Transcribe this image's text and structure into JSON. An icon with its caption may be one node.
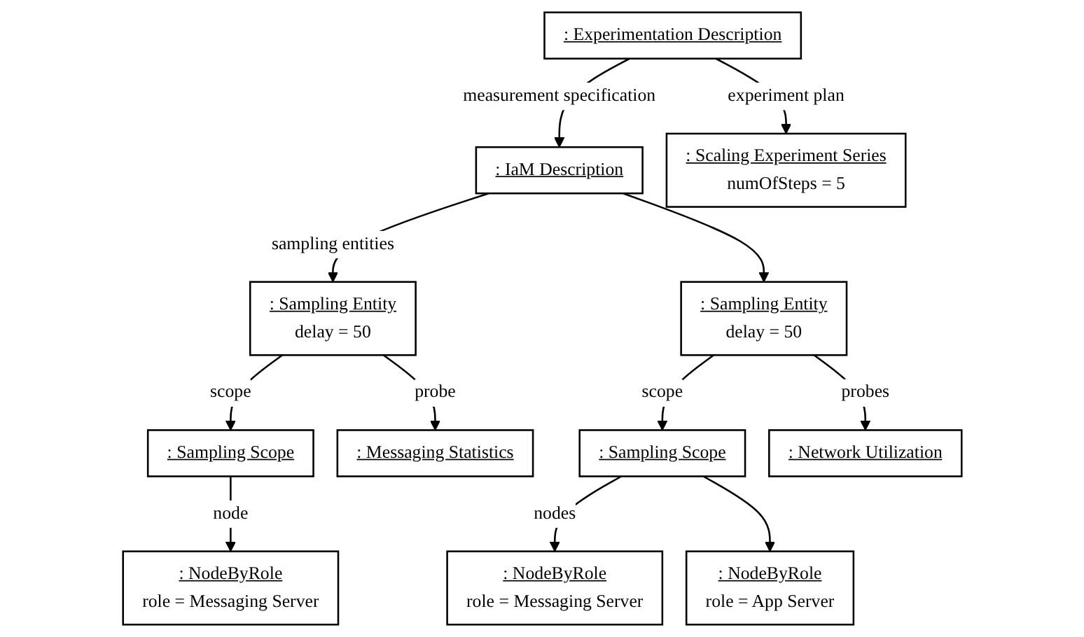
{
  "diagram": {
    "nodes": [
      {
        "text": [
          ": IaM Description"
        ]
      },
      {
        "text": [
          ": Experimentation Description"
        ]
      },
      {
        "text": [
          ": Scaling Experiment Series",
          "numOfSteps = 5"
        ]
      },
      {
        "text": [
          ": Sampling Entity",
          "delay = 50"
        ]
      },
      {
        "text": [
          ": Sampling Entity",
          "delay = 50"
        ]
      },
      {
        "text": [
          ": Sampling Scope"
        ]
      },
      {
        "text": [
          ": Messaging Statistics"
        ]
      },
      {
        "text": [
          ": Sampling Scope"
        ]
      },
      {
        "text": [
          ": Network Utilization"
        ]
      },
      {
        "text": [
          ": NodeByRole",
          "role = Messaging Server"
        ]
      },
      {
        "text": [
          ": NodeByRole",
          "role = Messaging Server"
        ]
      },
      {
        "text": [
          ": NodeByRole",
          "role = App Server"
        ]
      }
    ],
    "edges": [
      {
        "from": 1,
        "to": 0,
        "arrow": "to",
        "label": "measurement specification"
      },
      {
        "from": 0,
        "to": 3,
        "arrow": "to",
        "label": "sampling entities"
      },
      {
        "from": 0,
        "to": 4,
        "arrow": "to"
      },
      {
        "from": 1,
        "to": 2,
        "arrow": "to",
        "label": "experiment plan"
      },
      {
        "from": 3,
        "to": 5,
        "arrow": "to",
        "label": "scope"
      },
      {
        "from": 3,
        "to": 6,
        "arrow": "to",
        "label": "probe"
      },
      {
        "from": 4,
        "to": 7,
        "arrow": "to",
        "label": "scope"
      },
      {
        "from": 4,
        "to": 8,
        "arrow": "to",
        "label": "probes"
      },
      {
        "from": 5,
        "to": 9,
        "arrow": "to",
        "label": "node"
      },
      {
        "from": 7,
        "to": 10,
        "arrow": "to",
        "label": "nodes"
      },
      {
        "from": 7,
        "to": 11,
        "arrow": "to"
      }
    ]
  }
}
